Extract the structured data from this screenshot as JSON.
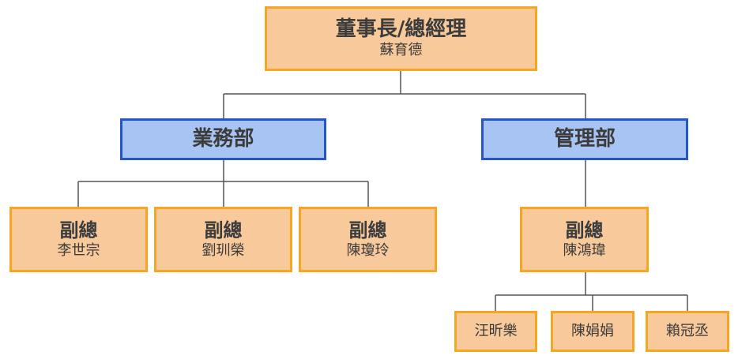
{
  "colors": {
    "box_fill_orange": "#f8c99a",
    "box_border_orange": "#f5a623",
    "box_fill_blue": "#a8c4f2",
    "box_border_blue": "#2457c5",
    "connector": "#555555",
    "text": "#3c3c3c"
  },
  "chairman": {
    "title": "董事長/總經理",
    "name": "蘇育德"
  },
  "departments": [
    {
      "title": "業務部",
      "vps": [
        {
          "title": "副總",
          "name": "李世宗"
        },
        {
          "title": "副總",
          "name": "劉玔榮"
        },
        {
          "title": "副總",
          "name": "陳瓊玲"
        }
      ]
    },
    {
      "title": "管理部",
      "vps": [
        {
          "title": "副總",
          "name": "陳鴻瑋"
        }
      ],
      "staff": [
        "汪昕樂",
        "陳娟娟",
        "賴冠丞"
      ]
    }
  ]
}
